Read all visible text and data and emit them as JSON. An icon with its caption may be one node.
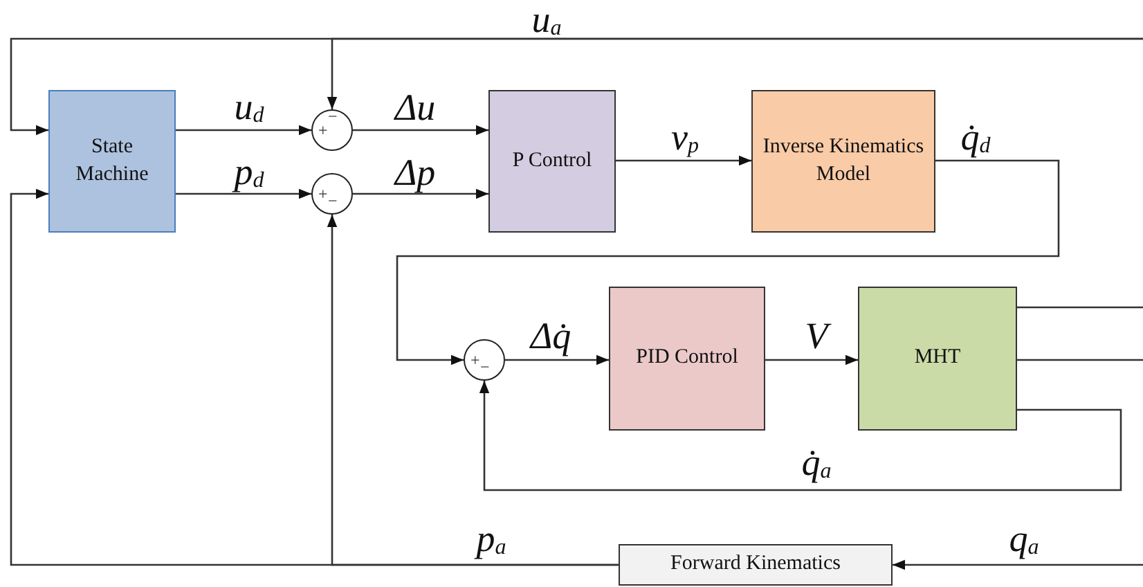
{
  "diagram": {
    "nodes": [
      {
        "text": [
          "State Machine"
        ]
      },
      {
        "text": [
          "+",
          "−"
        ]
      },
      {
        "text": [
          "+",
          "−"
        ]
      },
      {
        "text": [
          "P Control"
        ]
      },
      {
        "text": [
          "Inverse Kinematics Model"
        ]
      },
      {
        "text": [
          "+",
          "−"
        ]
      },
      {
        "text": [
          "PID Control"
        ]
      },
      {
        "text": [
          "MHT"
        ]
      },
      {
        "text": [
          "Forward Kinematics"
        ]
      }
    ],
    "edges": [
      {
        "from": null,
        "to": 0,
        "arrow": "to",
        "label": "u$_{a}$"
      },
      {
        "from": null,
        "to": 1,
        "arrow": "to"
      },
      {
        "from": 0,
        "to": 1,
        "arrow": "to",
        "label": "u$_{d}$"
      },
      {
        "from": 0,
        "to": 2,
        "arrow": "to",
        "label": "p$_{d}$"
      },
      {
        "from": 1,
        "to": 3,
        "arrow": "to",
        "label": "Δu"
      },
      {
        "from": 2,
        "to": 3,
        "arrow": "to",
        "label": "Δp"
      },
      {
        "from": 3,
        "to": 4,
        "arrow": "to",
        "label": "v$_{p}$"
      },
      {
        "from": 4,
        "to": 5,
        "arrow": "to",
        "label": "q̇$_{d}$"
      },
      {
        "from": 5,
        "to": 6,
        "arrow": "to",
        "label": "Δq̇"
      },
      {
        "from": 6,
        "to": 7,
        "arrow": "to",
        "label": "V"
      },
      {
        "from": 7,
        "to": null,
        "arrow": "none"
      },
      {
        "from": 7,
        "to": null,
        "arrow": "none"
      },
      {
        "from": 7,
        "to": 5,
        "arrow": "to",
        "label": "q̇$_{a}$"
      },
      {
        "from": null,
        "to": 8,
        "arrow": "to",
        "label": "q$_{a}$"
      },
      {
        "from": 8,
        "to": 0,
        "arrow": "to",
        "label": "p$_{a}$"
      },
      {
        "from": 8,
        "to": 2,
        "arrow": "to"
      }
    ]
  }
}
